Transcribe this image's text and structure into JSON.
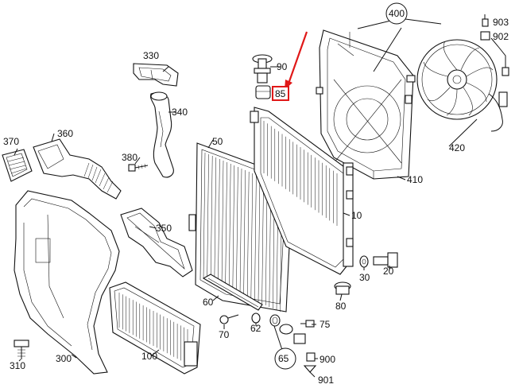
{
  "callouts": {
    "c400": "400",
    "c903": "903",
    "c902": "902",
    "c330": "330",
    "c90": "90",
    "c85": "85",
    "c340": "340",
    "c420": "420",
    "c370": "370",
    "c360": "360",
    "c50": "50",
    "c380": "380",
    "c410": "410",
    "c10": "10",
    "c350": "350",
    "c30": "30",
    "c20": "20",
    "c80": "80",
    "c60": "60",
    "c62": "62",
    "c75": "75",
    "c70": "70",
    "c65": "65",
    "c900": "900",
    "c901": "901",
    "c100": "100",
    "c300": "300",
    "c310": "310"
  },
  "colors": {
    "highlight": "#e01818",
    "ink": "#111111"
  }
}
